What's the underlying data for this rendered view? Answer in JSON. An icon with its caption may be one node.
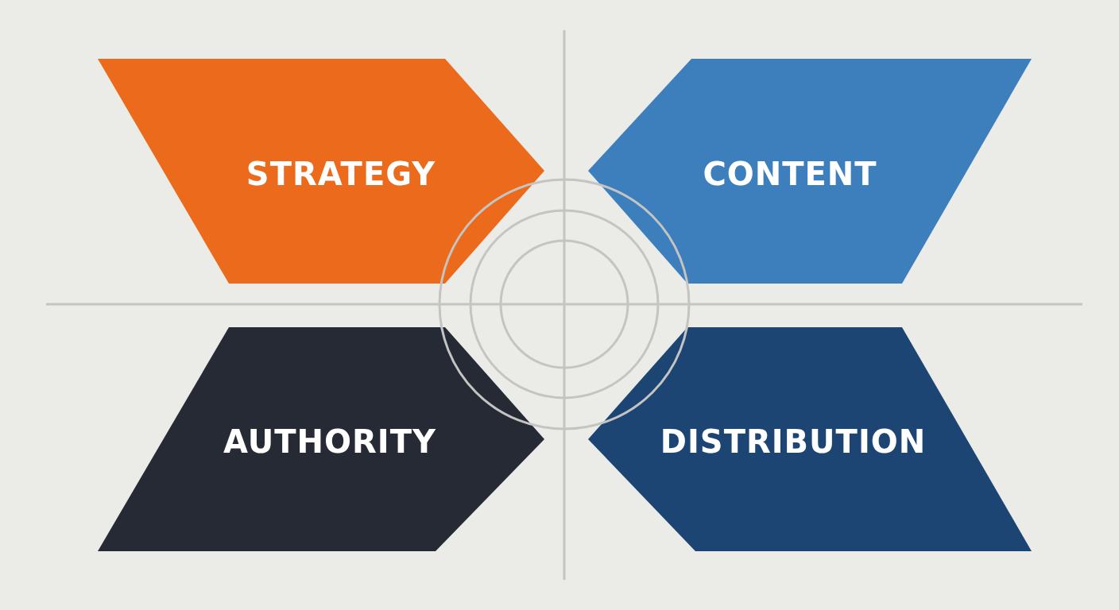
{
  "diagram": {
    "nodes": [
      {
        "text": [
          "STRATEGY"
        ]
      },
      {
        "text": [
          "CONTENT"
        ]
      },
      {
        "text": [
          "AUTHORITY"
        ]
      },
      {
        "text": [
          "DISTRIBUTION"
        ]
      }
    ]
  }
}
